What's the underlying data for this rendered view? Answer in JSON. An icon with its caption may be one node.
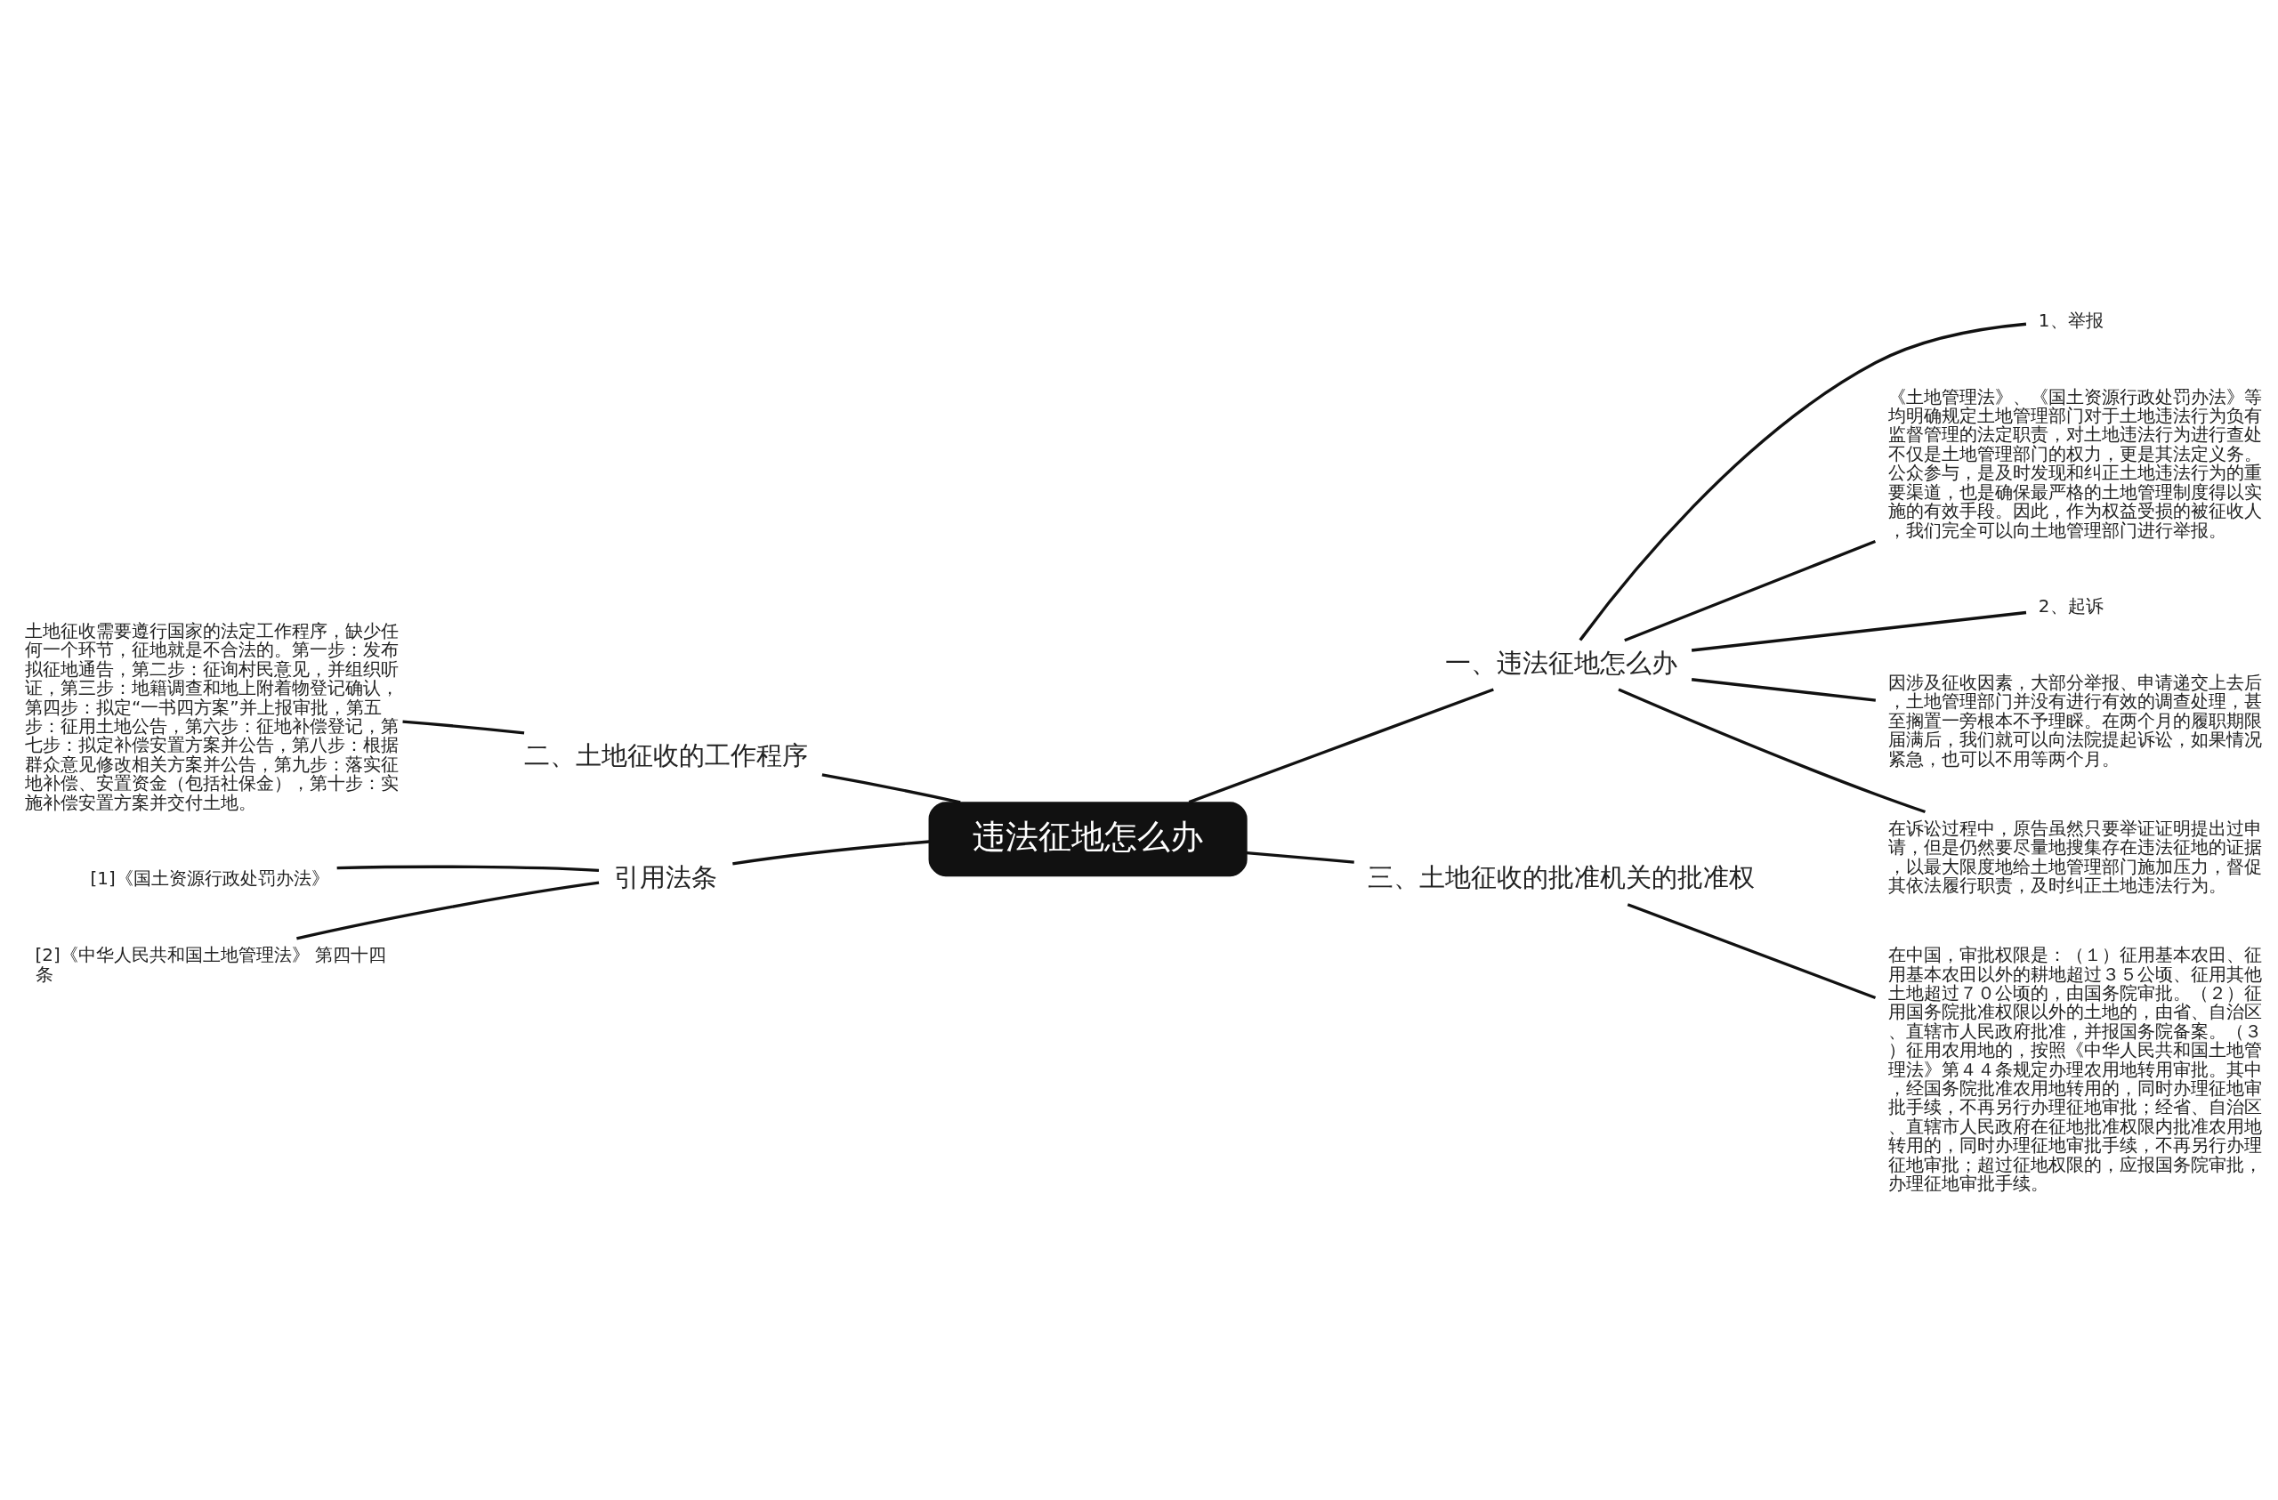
{
  "diagram": {
    "nodes": [
      {
        "text": [
          "违法征地怎么办"
        ]
      },
      {
        "text": [
          "一、违法征地怎么办"
        ]
      },
      {
        "text": [
          "1、举报"
        ]
      },
      {
        "text": [
          "《土地管理法》、《国土资源行政处罚办法》等均明确规定土地管理部门对于土地违法行为负有监督管理的法定职责，对土地违法行为进行查处不仅是土地管理部门的权力，更是其法定义务。公众参与，是及时发现和纠正土地违法行为的重要渠道，也是确保最严格的土地管理制度得以实施的有效手段。因此，作为权益受损的被征收人，我们完全可以向土地管理部门进行举报。"
        ]
      },
      {
        "text": [
          "2、起诉"
        ]
      },
      {
        "text": [
          "因涉及征收因素，大部分举报、申请递交上去后，土地管理部门并没有进行有效的调查处理，甚至搁置一旁根本不予理睬。在两个月的履职期限届满后，我们就可以向法院提起诉讼，如果情况紧急，也可以不用等两个月。"
        ]
      },
      {
        "text": [
          "在诉讼过程中，原告虽然只要举证证明提出过申请，但是仍然要尽量地搜集存在违法征地的证据，以最大限度地给土地管理部门施加压力，督促其依法履行职责，及时纠正土地违法行为。"
        ]
      },
      {
        "text": [
          "二、土地征收的工作程序"
        ]
      },
      {
        "text": [
          "土地征收需要遵行国家的法定工作程序，缺少任何一个环节，征地就是不合法的。第一步：发布拟征地通告，第二步：征询村民意见，并组织听证，第三步：地籍调查和地上附着物登记确认，第四步：拟定“一书四方案”并上报审批，第五步：征用土地公告，第六步：征地补偿登记，第七步：拟定补偿安置方案并公告，第八步：根据群众意见修改相关方案并公告，第九步：落实征地补偿、安置资金（包括社保金），第十步：实施补偿安置方案并交付土地。"
        ]
      },
      {
        "text": [
          "引用法条"
        ]
      },
      {
        "text": [
          "[1]《国土资源行政处罚办法》"
        ]
      },
      {
        "text": [
          "[2]《中华人民共和国土地管理法》 第四十四条"
        ]
      },
      {
        "text": [
          "三、土地征收的批准机关的批准权"
        ]
      },
      {
        "text": [
          "在中国，审批权限是：（１）征用基本农田、征用基本农田以外的耕地超过３５公顷、征用其他土地超过７０公顷的，由国务院审批。（２）征用国务院批准权限以外的土地的，由省、自治区、直辖市人民政府批准，并报国务院备案。（３）征用农用地的，按照《中华人民共和国土地管理法》第４４条规定办理农用地转用审批。其中，经国务院批准农用地转用的，同时办理征地审批手续，不再另行办理征地审批；经省、自治区、直辖市人民政府在征地批准权限内批准农用地转用的，同时办理征地审批手续，不再另行办理征地审批；超过征地权限的，应报国务院审批，办理征地审批手续。"
        ]
      }
    ],
    "edges": [
      {
        "from": 0,
        "to": 1,
        "arrow": "none"
      },
      {
        "from": 1,
        "to": 2,
        "arrow": "none"
      },
      {
        "from": 1,
        "to": 3,
        "arrow": "none"
      },
      {
        "from": 1,
        "to": 4,
        "arrow": "none"
      },
      {
        "from": 1,
        "to": 5,
        "arrow": "none"
      },
      {
        "from": 1,
        "to": 6,
        "arrow": "none"
      },
      {
        "from": 0,
        "to": 7,
        "arrow": "none"
      },
      {
        "from": 7,
        "to": 8,
        "arrow": "none"
      },
      {
        "from": 0,
        "to": 9,
        "arrow": "none"
      },
      {
        "from": 9,
        "to": 10,
        "arrow": "none"
      },
      {
        "from": 9,
        "to": 11,
        "arrow": "none"
      },
      {
        "from": 0,
        "to": 12,
        "arrow": "none"
      },
      {
        "from": 12,
        "to": 13,
        "arrow": "none"
      }
    ]
  }
}
